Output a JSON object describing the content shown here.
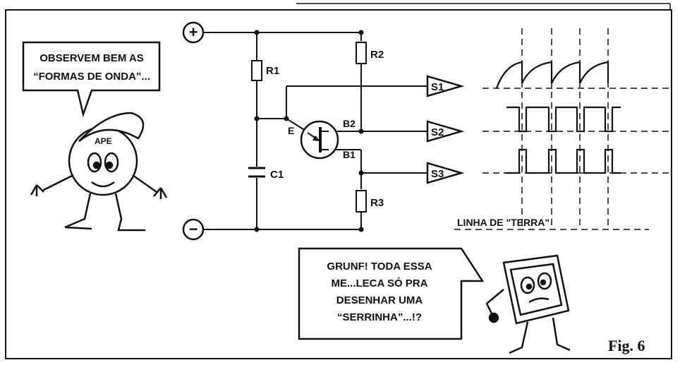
{
  "circuit": {
    "plus_symbol": "+",
    "minus_symbol": "−",
    "resistors": {
      "r1": "R1",
      "r2": "R2",
      "r3": "R3"
    },
    "capacitor": "C1",
    "transistor_pins": {
      "emitter": "E",
      "base2": "B2",
      "base1": "B1"
    },
    "outputs": [
      "S1",
      "S2",
      "S3"
    ],
    "ground_label": "LINHA DE \"TERRA\""
  },
  "bubbles": {
    "left": [
      "OBSERVEM BEM AS",
      "“FORMAS DE ONDA”..."
    ],
    "right": [
      "GRUNF! TODA ESSA",
      "ME...LECA SÓ PRA",
      "DESENHAR UMA",
      "“SERRINHA”...!?"
    ]
  },
  "figure_label": "Fig. 6",
  "mascot_cap_text": "APE"
}
